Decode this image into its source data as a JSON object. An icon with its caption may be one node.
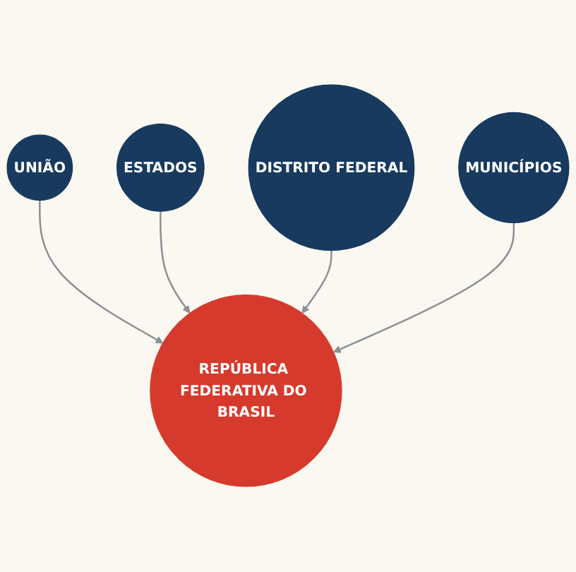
{
  "diagram": {
    "nodes": [
      {
        "text": [
          "UNIÃO"
        ]
      },
      {
        "text": [
          "ESTADOS"
        ]
      },
      {
        "text": [
          "REPÚBLICA FEDERATIVA DO BRASIL"
        ]
      },
      {
        "text": [
          "DISTRITO FEDERAL"
        ]
      },
      {
        "text": [
          "MUNICÍPIOS"
        ]
      }
    ],
    "edges": [
      {
        "from": 0,
        "to": 2,
        "arrow": "to"
      },
      {
        "from": 1,
        "to": 2,
        "arrow": "to"
      },
      {
        "from": 3,
        "to": 2,
        "arrow": "to"
      },
      {
        "from": 4,
        "to": 2,
        "arrow": "to"
      }
    ]
  }
}
